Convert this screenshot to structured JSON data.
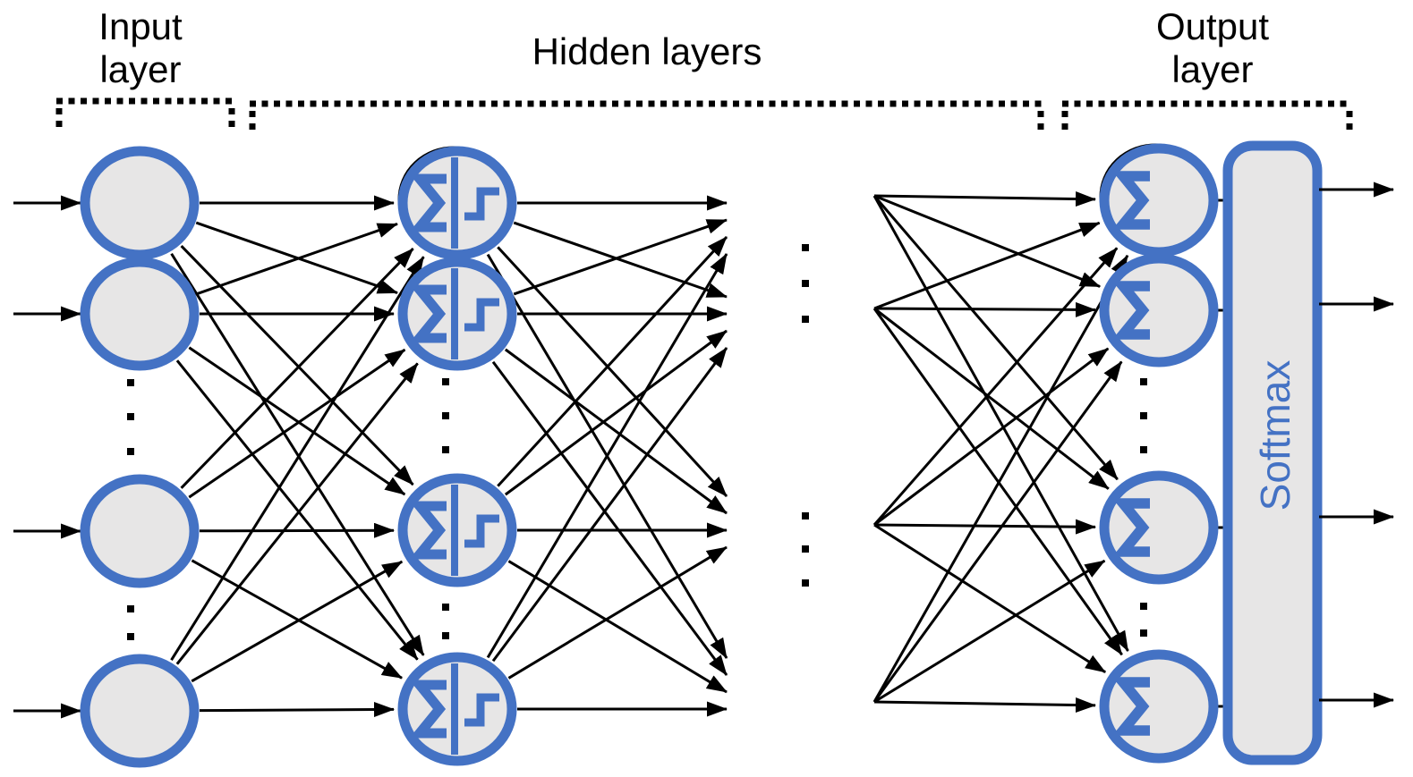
{
  "labels": {
    "input_line1": "Input",
    "input_line2": "layer",
    "hidden": "Hidden layers",
    "output_line1": "Output",
    "output_line2": "layer"
  },
  "softmax": {
    "label": "Softmax"
  },
  "symbols": {
    "sum": "Σ",
    "activation": "step-function"
  },
  "colors": {
    "accent_blue": "#4472C4",
    "node_fill": "#E7E6E6",
    "line_black": "#000000"
  },
  "structure": {
    "input_layer": {
      "visible_nodes": 4,
      "has_vertical_ellipsis": true
    },
    "hidden_layers": {
      "visible_neurons": 4,
      "neuron_symbols": [
        "Σ",
        "step activation"
      ],
      "has_vertical_ellipsis": true,
      "continuation_ellipsis_between_columns": true
    },
    "output_layer": {
      "visible_neurons": 4,
      "neuron_symbols": [
        "Σ"
      ],
      "has_vertical_ellipsis": true,
      "post_processing_block": "Softmax"
    }
  }
}
